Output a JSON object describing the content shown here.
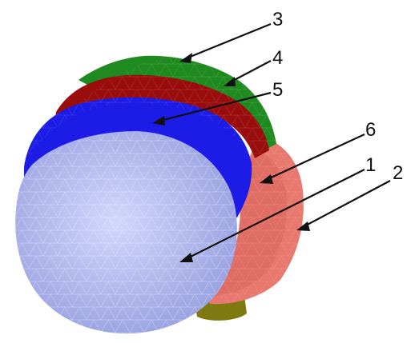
{
  "labels": {
    "label_1": "1",
    "label_2": "2",
    "label_3": "3",
    "label_4": "4",
    "label_5": "5",
    "label_6": "6"
  },
  "colors": {
    "region_1": "#a9b2f0",
    "region_2": "#e8786e",
    "region_3": "#1f8a1f",
    "region_4": "#9a0d0d",
    "region_5": "#1c1ce6",
    "region_6": "#e8786e",
    "base": "#7f7a10"
  }
}
